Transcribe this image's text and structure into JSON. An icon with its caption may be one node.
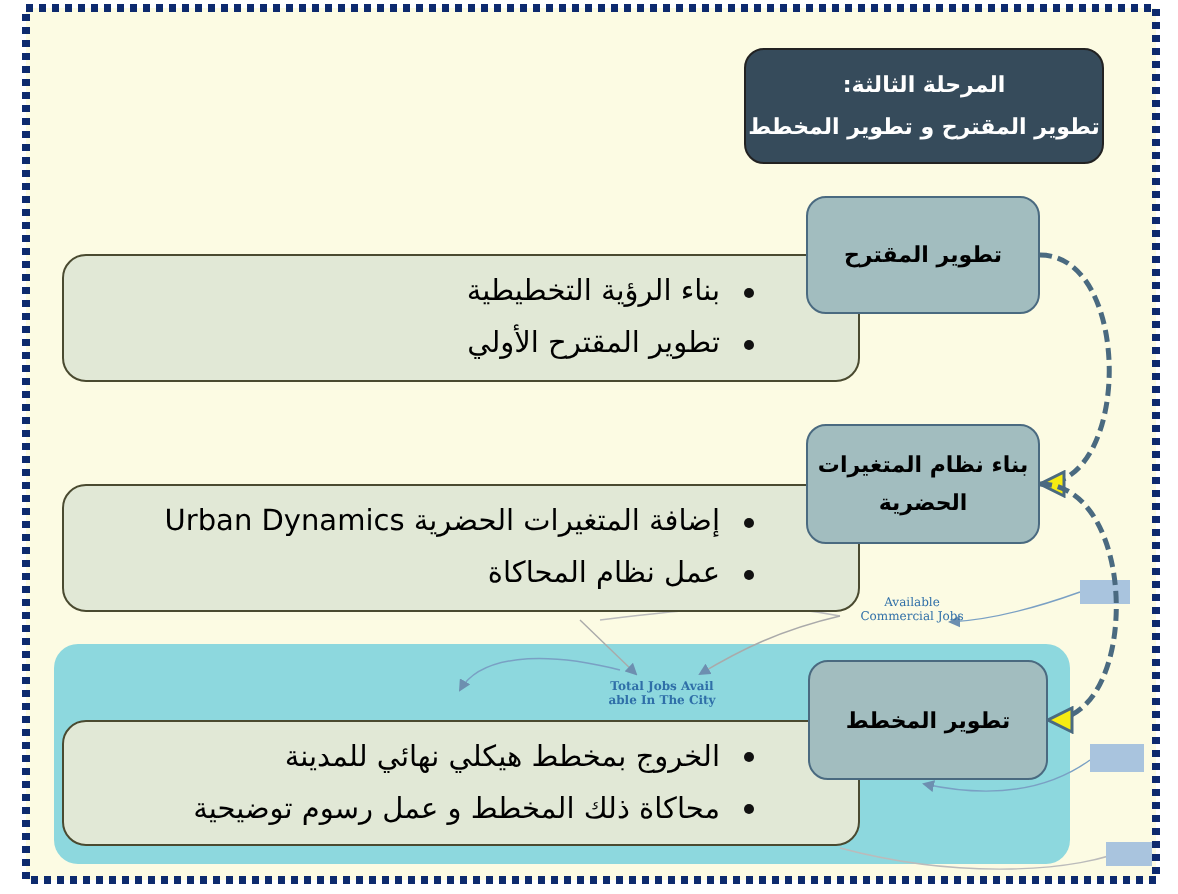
{
  "diagram": {
    "nodes": [
      {
        "text": [
          "المرحلة الثالثة:",
          "تطوير المقترح و تطوير المخطط"
        ]
      },
      {
        "text": [
          "تطوير المقترح"
        ]
      },
      {
        "text": [
          "بناء الرؤية التخطيطية",
          "تطوير المقترح الأولي"
        ]
      },
      {
        "text": [
          "بناء نظام المتغيرات الحضرية"
        ]
      },
      {
        "text": [
          "إضافة المتغيرات الحضرية Urban Dynamics",
          "عمل نظام المحاكاة"
        ]
      },
      {
        "text": [
          "تطوير المخطط"
        ]
      },
      {
        "text": [
          "الخروج بمخطط هيكلي نهائي للمدينة",
          "محاكاة ذلك المخطط و عمل رسوم توضيحية"
        ]
      }
    ],
    "edges": [
      {
        "from": 1,
        "to": 3,
        "arrow": "to",
        "style": "dashed"
      },
      {
        "from": 3,
        "to": 5,
        "arrow": "to",
        "style": "dashed"
      }
    ],
    "labels": [
      "Available Commercial Jobs",
      "Total Jobs Avail able In The City"
    ]
  }
}
